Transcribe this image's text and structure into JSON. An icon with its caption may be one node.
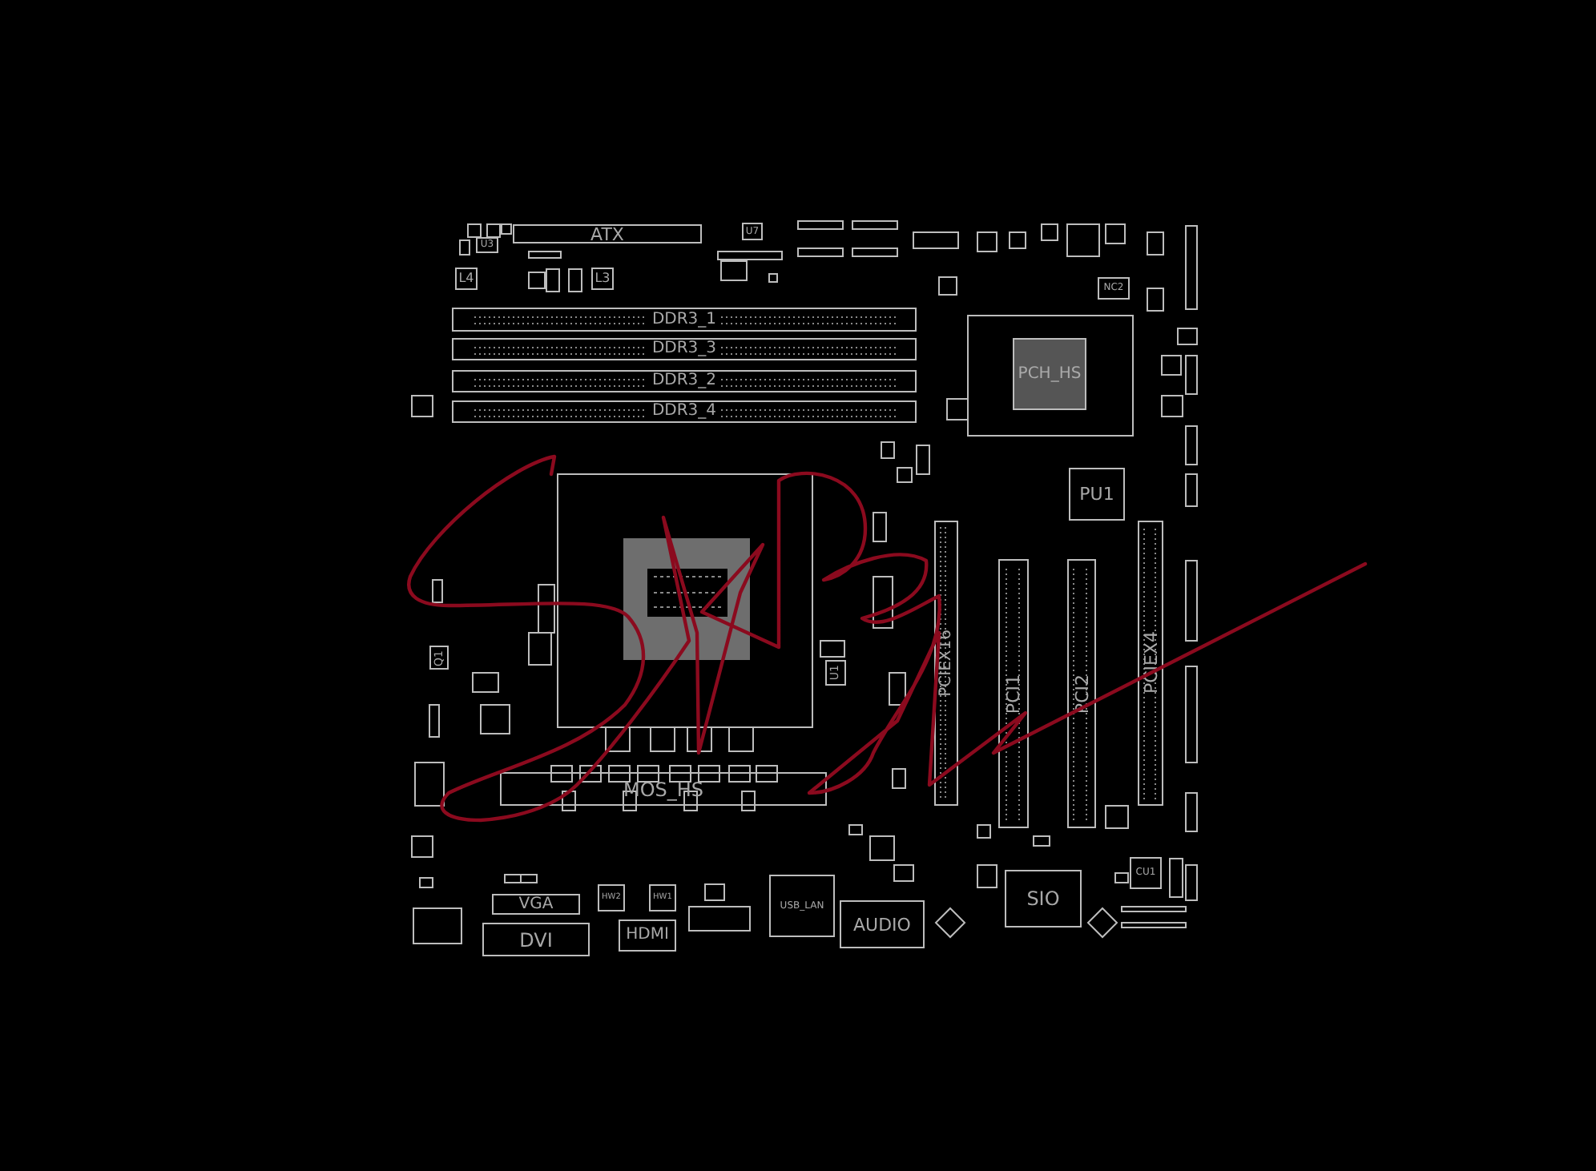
{
  "diagram": {
    "nodes": [
      {
        "text": [
          "ATX"
        ]
      },
      {
        "text": [
          "U3"
        ]
      },
      {
        "text": [
          "U7"
        ]
      },
      {
        "text": [
          "L4"
        ]
      },
      {
        "text": [
          "L3"
        ]
      },
      {
        "text": [
          "DDR3_1"
        ]
      },
      {
        "text": [
          "DDR3_3"
        ]
      },
      {
        "text": [
          "DDR3_2"
        ]
      },
      {
        "text": [
          "DDR3_4"
        ]
      },
      {
        "text": [
          "NC2"
        ]
      },
      {
        "text": [
          "PCH_HS"
        ]
      },
      {
        "text": [
          "PU1"
        ]
      },
      {
        "text": [
          "PCIEX16"
        ]
      },
      {
        "text": [
          "PCI1"
        ]
      },
      {
        "text": [
          "PCI2"
        ]
      },
      {
        "text": [
          "PCIEX4"
        ]
      },
      {
        "text": [
          "Q1"
        ]
      },
      {
        "text": [
          "U1"
        ]
      },
      {
        "text": [
          "MOS_HS"
        ]
      },
      {
        "text": [
          "VGA"
        ]
      },
      {
        "text": [
          "DVI"
        ]
      },
      {
        "text": [
          "HW2"
        ]
      },
      {
        "text": [
          "HW1"
        ]
      },
      {
        "text": [
          "HDMI"
        ]
      },
      {
        "text": [
          "USB_LAN"
        ]
      },
      {
        "text": [
          "AUDIO"
        ]
      },
      {
        "text": [
          "SIO"
        ]
      },
      {
        "text": [
          "CU1"
        ]
      }
    ]
  }
}
